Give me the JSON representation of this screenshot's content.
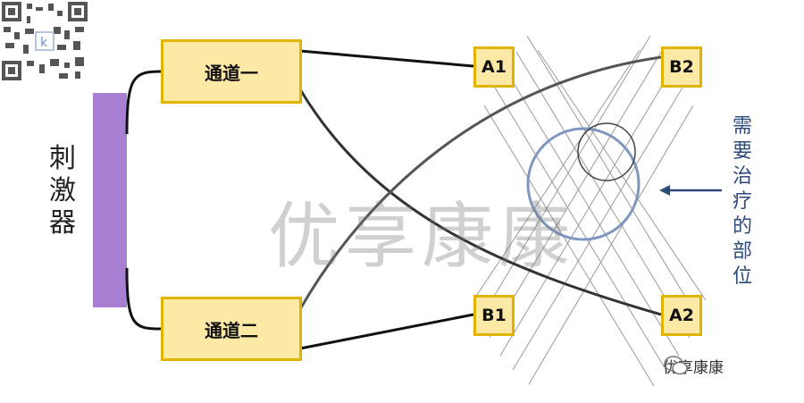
{
  "stimulator": {
    "label": "刺激器",
    "color": "#a97fd4"
  },
  "channels": [
    {
      "id": "ch1",
      "label": "通道一"
    },
    {
      "id": "ch2",
      "label": "通道二"
    }
  ],
  "electrodes": {
    "A1": "A1",
    "A2": "A2",
    "B1": "B1",
    "B2": "B2"
  },
  "target": {
    "label": "需要治疗的部位",
    "color": "#2c4a7a"
  },
  "watermark": "优享康康",
  "account": {
    "icon": "wechat-icon",
    "name": "优享康康"
  },
  "colors": {
    "box_fill": "#fde9a6",
    "box_border": "#e0b400",
    "large_circle": "#7f96c0",
    "small_circle": "#444444"
  }
}
